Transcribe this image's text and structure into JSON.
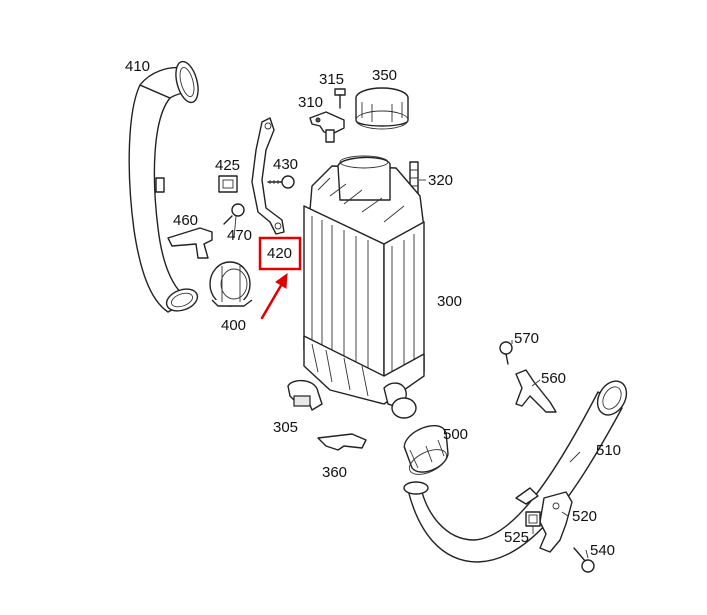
{
  "diagram": {
    "labels": {
      "p410": "410",
      "p315": "315",
      "p350": "350",
      "p310": "310",
      "p425": "425",
      "p430": "430",
      "p320": "320",
      "p460": "460",
      "p470": "470",
      "p420": "420",
      "p400": "400",
      "p300": "300",
      "p570": "570",
      "p560": "560",
      "p305": "305",
      "p500": "500",
      "p510": "510",
      "p360": "360",
      "p520": "520",
      "p525": "525",
      "p540": "540"
    },
    "highlight": {
      "part": "420",
      "color": "#e00000"
    }
  }
}
